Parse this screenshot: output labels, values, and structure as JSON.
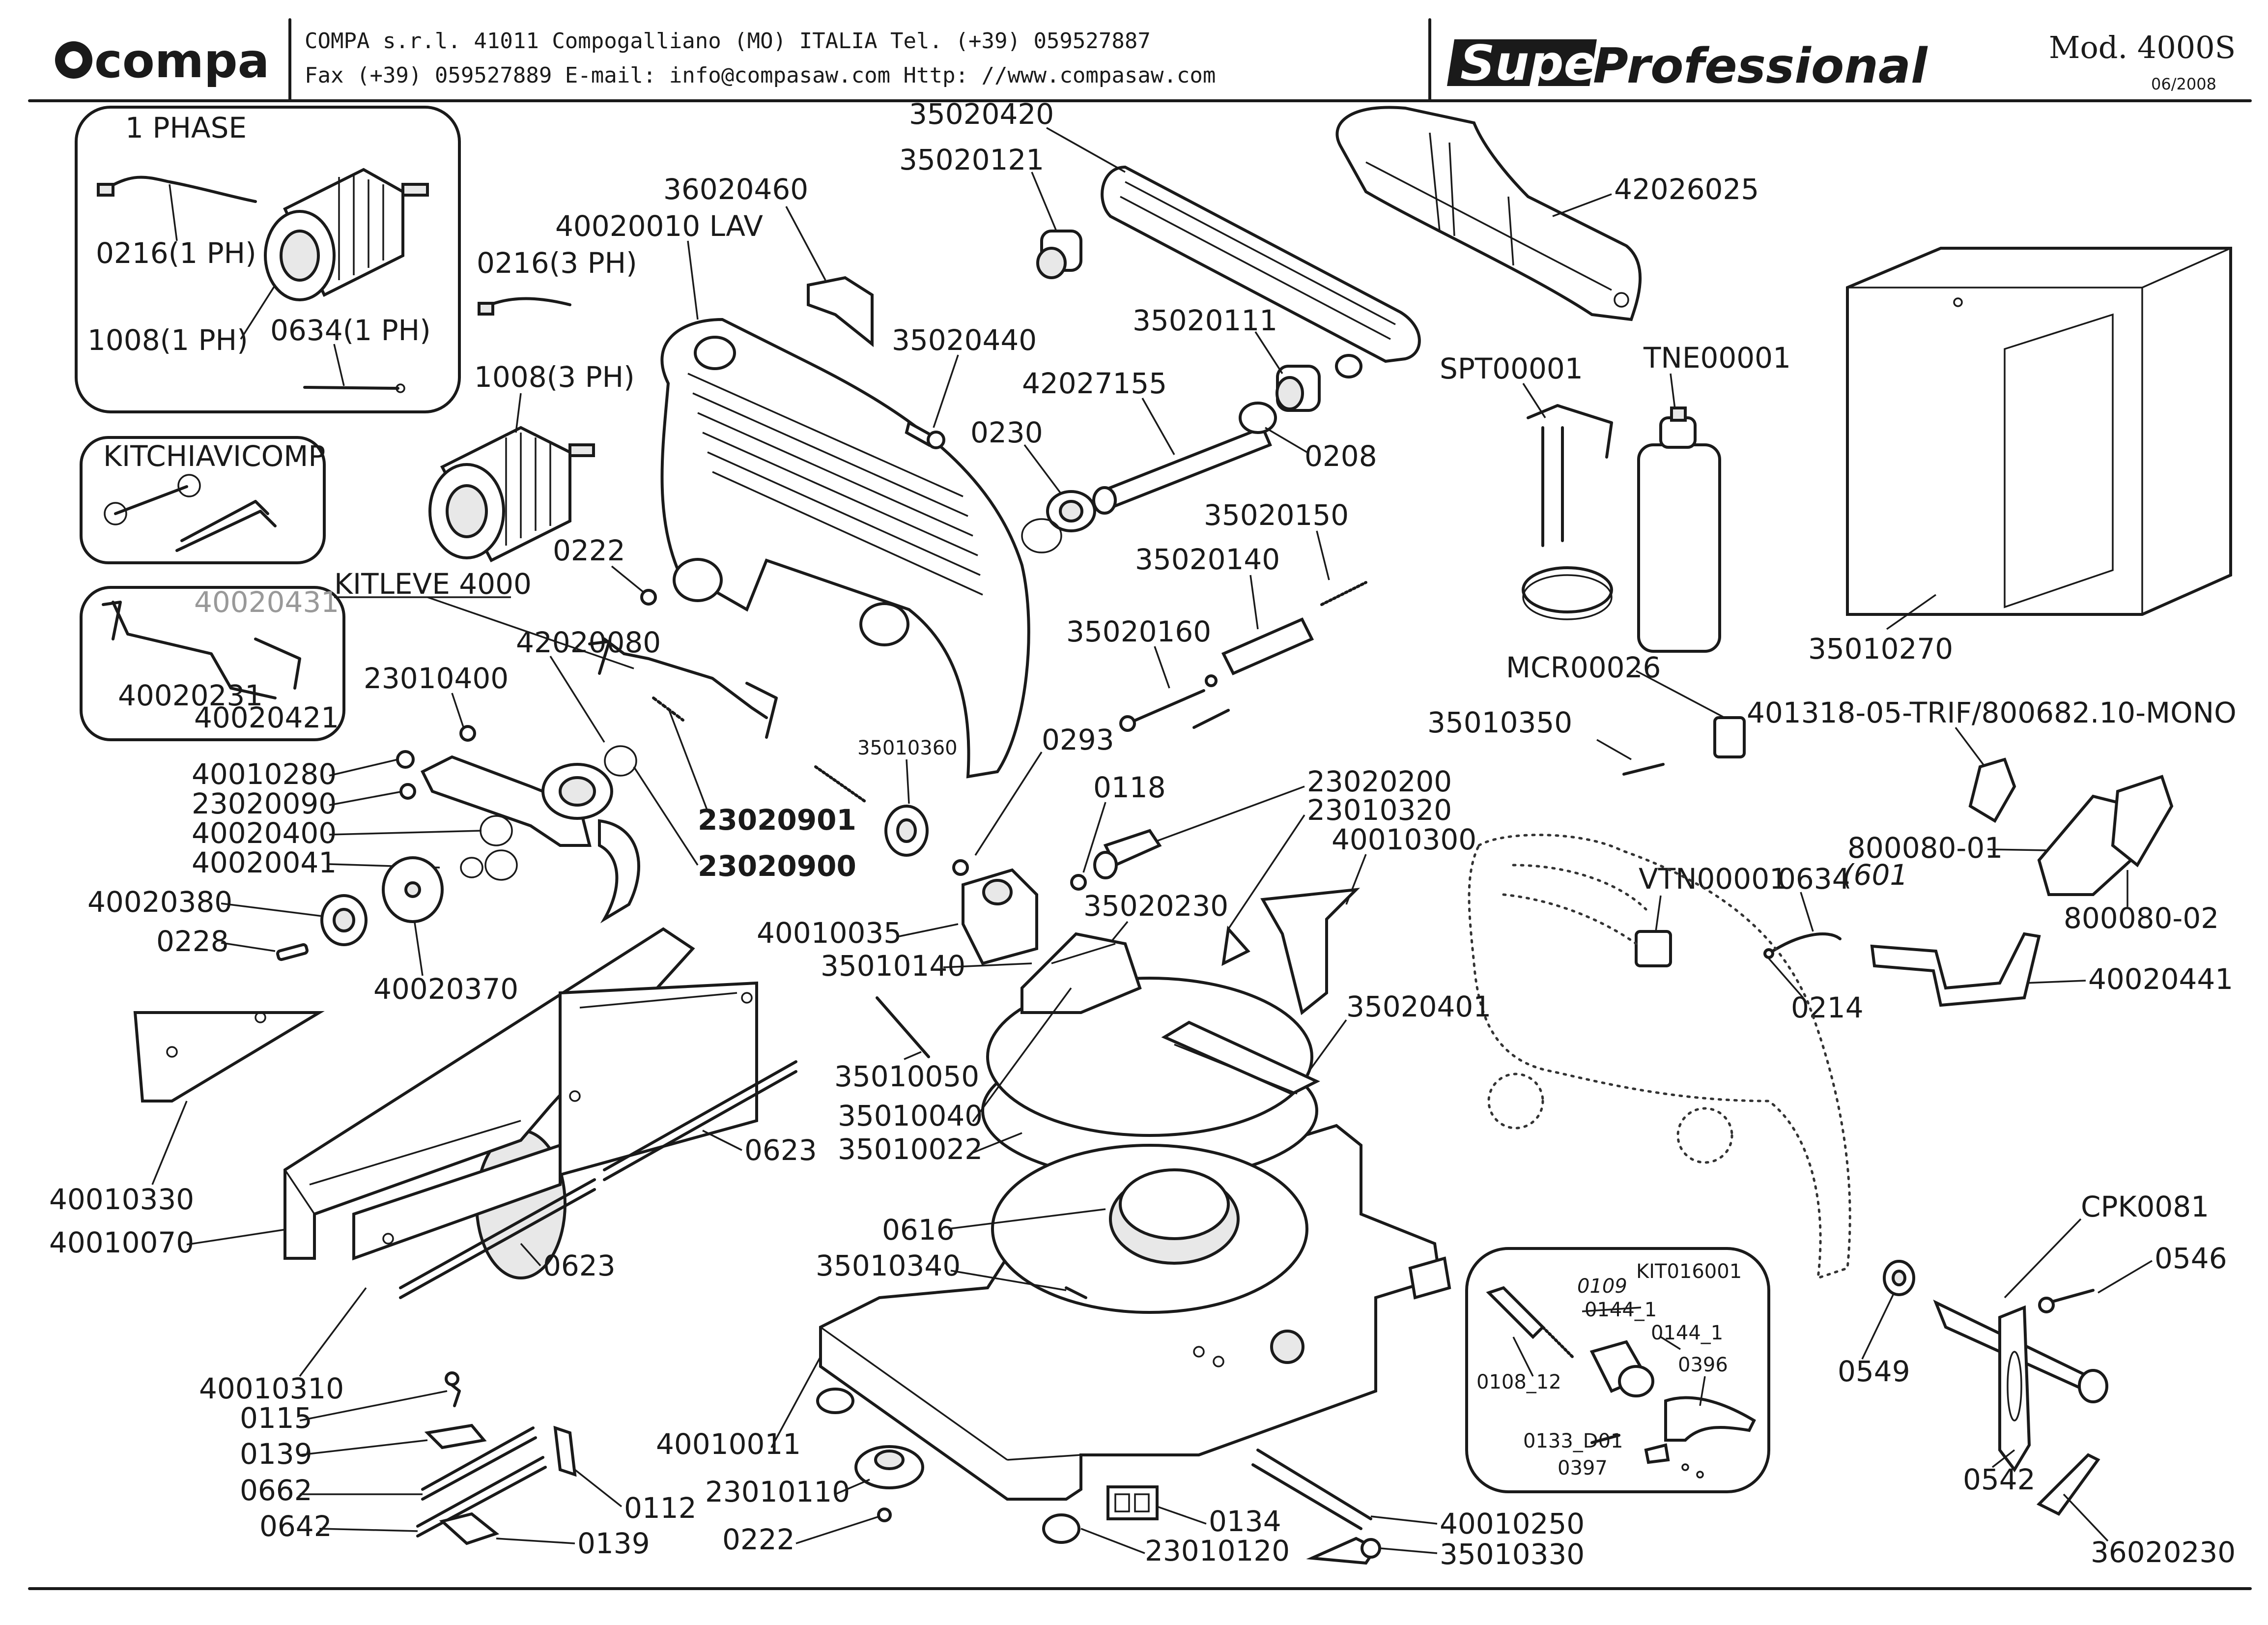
{
  "header": {
    "brand": "compa",
    "company_line1": "COMPA s.r.l. 41011 Compogalliano (MO) ITALIA Tel. (+39) 059527887",
    "company_line2": "Fax (+39) 059527889 E-mail: info@compasaw.com Http: //www.compasaw.com",
    "series_logo_1": "Super",
    "series_logo_2": "Professional",
    "model": "Mod. 4000S",
    "date": "06/2008"
  },
  "groups": {
    "one_phase": "1 PHASE",
    "keys_kit": "KITCHIAVICOMP",
    "lever_kit": "KITLEVE 4000",
    "spring_kit": "KIT016001"
  },
  "labels": {
    "p35020420": "35020420",
    "p35020121": "35020121",
    "p42026025": "42026025",
    "p36020460": "36020460",
    "p40020010": "40020010 LAV",
    "p0216_3": "0216(3 PH)",
    "p0216_1": "0216(1 PH)",
    "p1008_1": "1008(1 PH)",
    "p0634_1": "0634(1 PH)",
    "p1008_3": "1008(3 PH)",
    "p35020440": "35020440",
    "p35020111": "35020111",
    "p42027155": "42027155",
    "p0230": "0230",
    "p0208": "0208",
    "pSPT00001": "SPT00001",
    "pTNE00001": "TNE00001",
    "p0222a": "0222",
    "p35020150": "35020150",
    "p35020140": "35020140",
    "p40020431": "40020431",
    "p40020231": "40020231",
    "p40020421": "40020421",
    "p42020080": "42020080",
    "p23010400": "23010400",
    "p35020160": "35020160",
    "pMCR00026": "MCR00026",
    "p35010270": "35010270",
    "p35010350": "35010350",
    "p401318": "401318-05-TRIF/800682.10-MONO",
    "p40010280": "40010280",
    "p23020090": "23020090",
    "p40020400": "40020400",
    "p40020041": "40020041",
    "p35010360": "35010360",
    "p0293": "0293",
    "p0118": "0118",
    "p23020200": "23020200",
    "p23010320": "23010320",
    "p40010300": "40010300",
    "p23020901": "23020901",
    "p23020900": "23020900",
    "p800080_01": "800080-01",
    "p40020380": "40020380",
    "p0228": "0228",
    "p40020370": "40020370",
    "p40010035": "40010035",
    "p35010140": "35010140",
    "p35020230": "35020230",
    "pVTN00001": "VTN00001",
    "p0634": "0634",
    "p0634_note": "(601",
    "p800080_02": "800080-02",
    "p40020441": "40020441",
    "p0214": "0214",
    "p35020401": "35020401",
    "p35010050": "35010050",
    "p35010040": "35010040",
    "p35010022": "35010022",
    "p0623a": "0623",
    "p40010330": "40010330",
    "p40010070": "40010070",
    "p0623b": "0623",
    "p0616": "0616",
    "p35010340": "35010340",
    "pCPK0081": "CPK0081",
    "p0546": "0546",
    "p0109": "0109",
    "p0144_1a": "0144_1",
    "p0144_1b": "0144_1",
    "p0108_12": "0108_12",
    "p0396": "0396",
    "p0549": "0549",
    "p40010310": "40010310",
    "p0115": "0115",
    "p0139a": "0139",
    "p0662": "0662",
    "p0642": "0642",
    "p0112": "0112",
    "p0139b": "0139",
    "p40010011": "40010011",
    "p23010110": "23010110",
    "p0222b": "0222",
    "p0133": "0133_D01",
    "p0397": "0397",
    "p0542": "0542",
    "p0134": "0134",
    "p23010120": "23010120",
    "p40010250": "40010250",
    "p35010330": "35010330",
    "p36020230": "36020230"
  }
}
